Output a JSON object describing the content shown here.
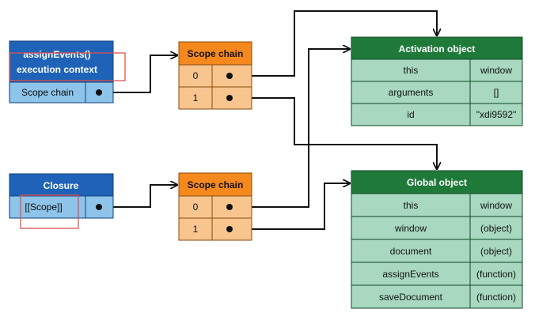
{
  "execution_context": {
    "title_line1": "assignEvents()",
    "title_line2": "execution context",
    "field_label": "Scope chain"
  },
  "closure": {
    "title": "Closure",
    "field_label": "[[Scope]]"
  },
  "scope_chain_top": {
    "title": "Scope chain",
    "rows": [
      {
        "index": "0"
      },
      {
        "index": "1"
      }
    ]
  },
  "scope_chain_bottom": {
    "title": "Scope chain",
    "rows": [
      {
        "index": "0"
      },
      {
        "index": "1"
      }
    ]
  },
  "activation_object": {
    "title": "Activation object",
    "rows": [
      {
        "name": "this",
        "value": "window"
      },
      {
        "name": "arguments",
        "value": "[]"
      },
      {
        "name": "id",
        "value": "\"xdi9592\""
      }
    ]
  },
  "global_object": {
    "title": "Global object",
    "rows": [
      {
        "name": "this",
        "value": "window"
      },
      {
        "name": "window",
        "value": "(object)"
      },
      {
        "name": "document",
        "value": "(object)"
      },
      {
        "name": "assignEvents",
        "value": "(function)"
      },
      {
        "name": "saveDocument",
        "value": "(function)"
      }
    ]
  },
  "colors": {
    "blue_header": "#1f63b8",
    "blue_cell": "#8ec4ea",
    "orange_header": "#f5891e",
    "orange_cell": "#f8c58f",
    "green_header": "#1f7a3a",
    "green_cell": "#a8d8c0",
    "highlight_box": "#e05050"
  }
}
